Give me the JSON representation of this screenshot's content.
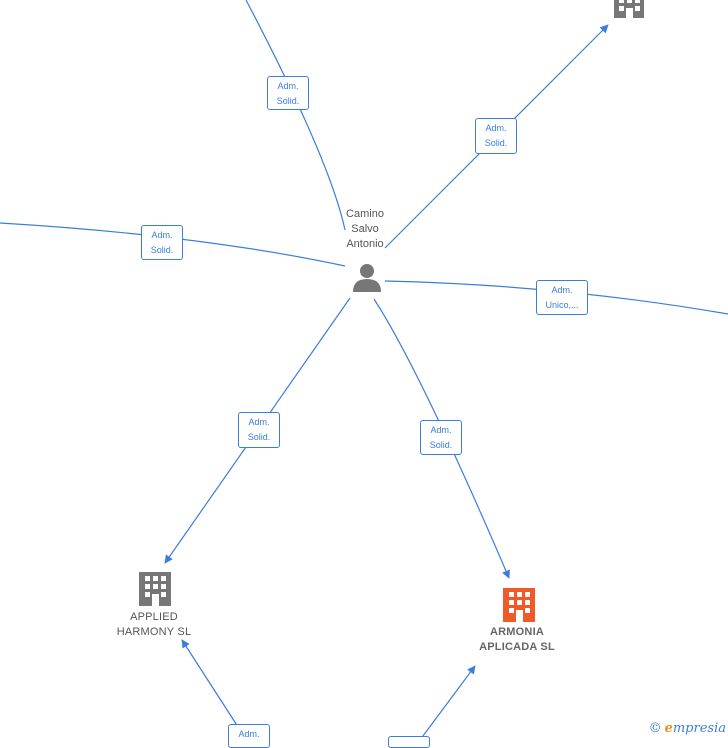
{
  "diagram": {
    "person": {
      "label": "Camino\nSalvo\nAntonio"
    },
    "companies": [
      {
        "id": "applied",
        "label": "APPLIED\nHARMONY  SL",
        "focus": false
      },
      {
        "id": "armonia",
        "label": "ARMONIA\nAPLICADA  SL",
        "focus": true
      },
      {
        "id": "top-right",
        "label": "",
        "focus": false
      }
    ],
    "edge_labels": {
      "top": "Adm.\nSolid.",
      "top_right": "Adm.\nSolid.",
      "left": "Adm.\nSolid.",
      "right": "Adm.\nUnico,...",
      "lower_left": "Adm.\nSolid.",
      "lower_right": "Adm.\nSolid.",
      "bottom_left": "Adm.",
      "bottom_right": ""
    },
    "colors": {
      "edge": "#3b7ddd",
      "node_gray": "#777777",
      "node_focus": "#f05a28"
    }
  },
  "copyright": {
    "symbol": "©",
    "brand_initial": "e",
    "brand_rest": "mpresia"
  }
}
